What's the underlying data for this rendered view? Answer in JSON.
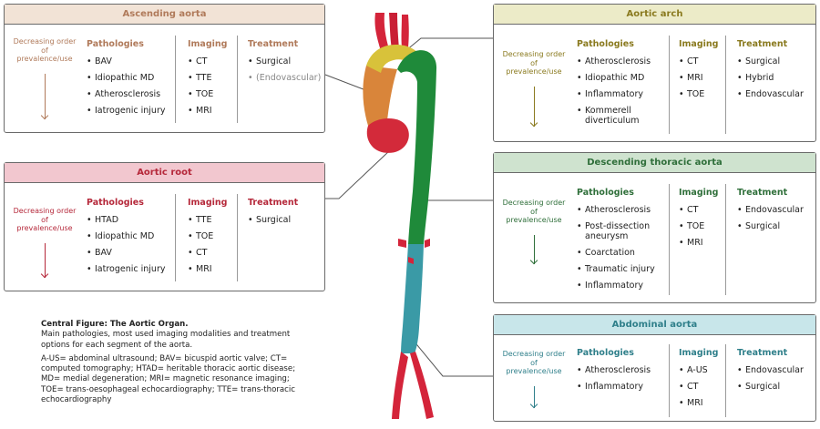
{
  "colors": {
    "ascending": "#b07a5a",
    "ascending_header_bg": "#f2e3d6",
    "root": "#b5283a",
    "root_header_bg": "#f2c7cf",
    "arch": "#8a7a1f",
    "arch_header_bg": "#ecebc8",
    "descending": "#2f6f3a",
    "descending_header_bg": "#cfe3cf",
    "abdominal": "#2f7f8a",
    "abdominal_header_bg": "#c8e6ea"
  },
  "panels": {
    "ascending": {
      "title": "Ascending aorta",
      "order_label": "Decreasing order of prevalence/use",
      "pathologies_title": "Pathologies",
      "pathologies": [
        "BAV",
        "Idiopathic MD",
        "Atherosclerosis",
        "Iatrogenic injury"
      ],
      "imaging_title": "Imaging",
      "imaging": [
        "CT",
        "TTE",
        "TOE",
        "MRI"
      ],
      "treatment_title": "Treatment",
      "treatment": [
        "Surgical",
        "(Endovascular)"
      ]
    },
    "root": {
      "title": "Aortic root",
      "order_label": "Decreasing order of prevalence/use",
      "pathologies_title": "Pathologies",
      "pathologies": [
        "HTAD",
        "Idiopathic MD",
        "BAV",
        "Iatrogenic injury"
      ],
      "imaging_title": "Imaging",
      "imaging": [
        "TTE",
        "TOE",
        "CT",
        "MRI"
      ],
      "treatment_title": "Treatment",
      "treatment": [
        "Surgical"
      ]
    },
    "arch": {
      "title": "Aortic arch",
      "order_label": "Decreasing order of prevalence/use",
      "pathologies_title": "Pathologies",
      "pathologies": [
        "Atherosclerosis",
        "Idiopathic MD",
        "Inflammatory",
        "Kommerell",
        "diverticulum"
      ],
      "imaging_title": "Imaging",
      "imaging": [
        "CT",
        "MRI",
        "TOE"
      ],
      "treatment_title": "Treatment",
      "treatment": [
        "Surgical",
        "Hybrid",
        "Endovascular"
      ]
    },
    "descending": {
      "title": "Descending thoracic aorta",
      "order_label": "Decreasing order of prevalence/use",
      "pathologies_title": "Pathologies",
      "pathologies": [
        "Atherosclerosis",
        "Post-dissection",
        "aneurysm",
        "Coarctation",
        "Traumatic injury",
        "Inflammatory"
      ],
      "imaging_title": "Imaging",
      "imaging": [
        "CT",
        "TOE",
        "MRI"
      ],
      "treatment_title": "Treatment",
      "treatment": [
        "Endovascular",
        "Surgical"
      ]
    },
    "abdominal": {
      "title": "Abdominal aorta",
      "order_label": "Decreasing order of prevalence/use",
      "pathologies_title": "Pathologies",
      "pathologies": [
        "Atherosclerosis",
        "Inflammatory"
      ],
      "imaging_title": "Imaging",
      "imaging": [
        "A-US",
        "CT",
        "MRI"
      ],
      "treatment_title": "Treatment",
      "treatment": [
        "Endovascular",
        "Surgical"
      ]
    }
  },
  "caption": {
    "title": "Central Figure: The Aortic Organ.",
    "subtitle": "Main pathologies, most used imaging modalities and treatment options for each segment of the aorta.",
    "abbreviations": "A-US= abdominal ultrasound; BAV= bicuspid aortic valve; CT= computed tomography; HTAD= heritable thoracic aortic disease; MD= medial degeneration; MRI= magnetic resonance imaging; TOE= trans-oesophageal echocardiography; TTE= trans-thoracic echocardiography"
  }
}
